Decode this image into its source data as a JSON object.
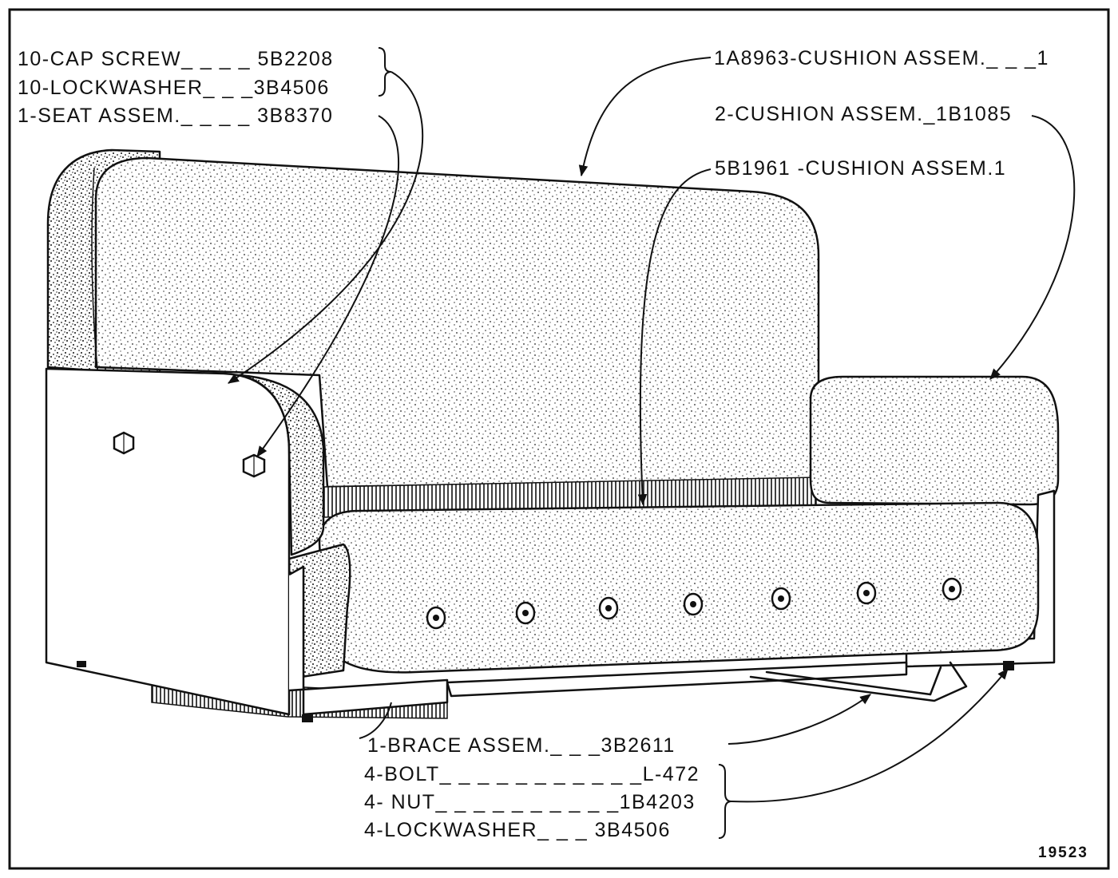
{
  "callouts": {
    "cap_screw": "10-CAP SCREW_ _ _ _ 5B2208",
    "lockwasher_top": "10-LOCKWASHER_ _ _3B4506",
    "seat_assem": "1-SEAT ASSEM._ _ _ _ 3B8370",
    "cushion_1a8963": "1A8963-CUSHION ASSEM._ _ _1",
    "cushion_2": "2-CUSHION ASSEM._1B1085",
    "cushion_5b1961": "5B1961 -CUSHION ASSEM.1",
    "brace_assem": "1-BRACE ASSEM._ _ _3B2611",
    "bolt": "4-BOLT_ _ _ _ _ _ _ _ _ _ _L-472",
    "nut": "4- NUT_ _ _ _ _ _ _ _ _ _1B4203",
    "lockwasher_bottom": "4-LOCKWASHER_ _ _ 3B4506"
  },
  "figure_number": "19523",
  "colors": {
    "ink": "#111111",
    "paper": "#ffffff"
  }
}
